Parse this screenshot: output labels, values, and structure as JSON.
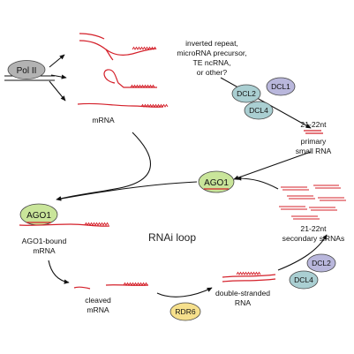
{
  "enzymes": {
    "pol2": "Pol II",
    "dcl1": "DCL1",
    "dcl2_top": "DCL2",
    "dcl4_top": "DCL4",
    "ago1_center": "AGO1",
    "ago1_left": "AGO1",
    "rdr6": "RDR6",
    "dcl2_bottom": "DCL2",
    "dcl4_bottom": "DCL4"
  },
  "labels": {
    "mrna": "mRNA",
    "source_line1": "inverted repeat,",
    "source_line2": "microRNA precursor,",
    "source_line3": "TE ncRNA,",
    "source_line4": "or other?",
    "primary_line1": "21-22nt",
    "primary_line2": "primary",
    "primary_line3": "small RNA",
    "ago1_bound_line1": "AGO1-bound",
    "ago1_bound_line2": "mRNA",
    "loop": "RNAi loop",
    "secondary_line1": "21-22nt",
    "secondary_line2": "secondary siRNAs",
    "cleaved_line1": "cleaved",
    "cleaved_line2": "mRNA",
    "dsrna_line1": "double-stranded",
    "dsrna_line2": "RNA"
  },
  "colors": {
    "rna": "#d4202a",
    "pol2_fill": "#b3b3b3",
    "dcl1_fill": "#b9b7dc",
    "dcl_teal_fill": "#aacfd2",
    "ago1_fill": "#c9e59a",
    "rdr6_fill": "#f6e08c"
  }
}
